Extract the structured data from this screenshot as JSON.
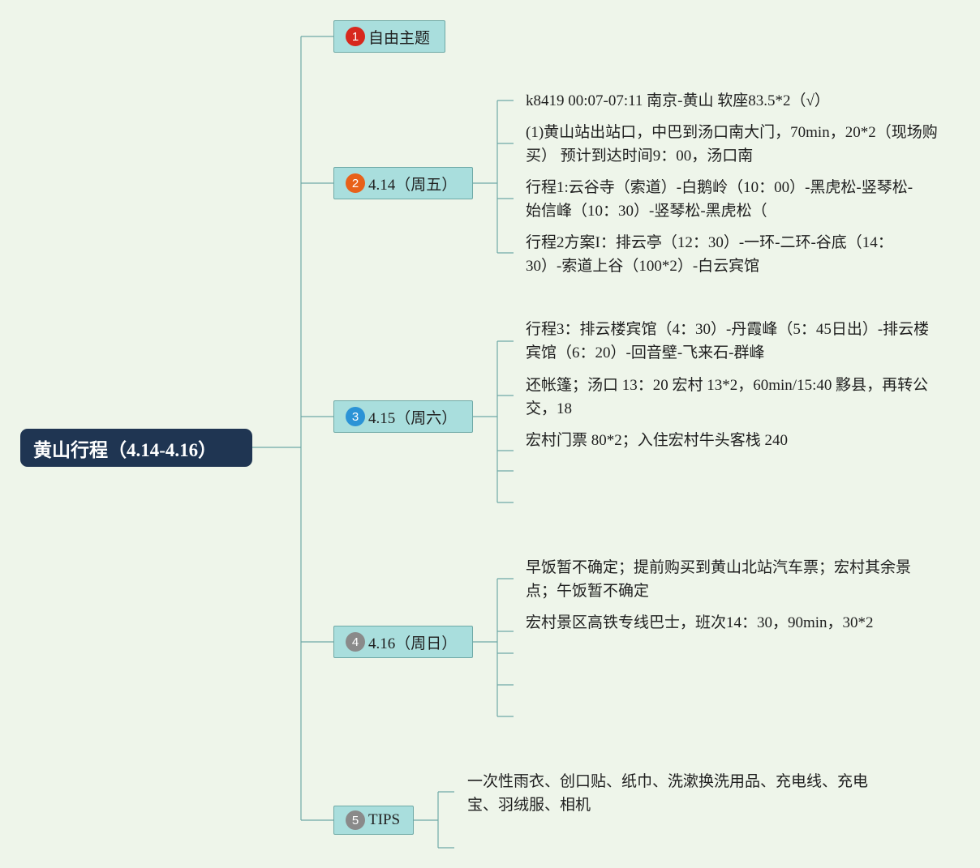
{
  "root": {
    "title": "黄山行程（4.14-4.16）"
  },
  "colors": {
    "background": "#eef5ea",
    "root_fill": "#1f3552",
    "branch_fill": "#a9dedd",
    "branch_border": "#6fa9a6",
    "connector": "#6fa9a6",
    "badge_1": "#d7281d",
    "badge_2": "#e8611a",
    "badge_3": "#2b93d6",
    "badge_4": "#8a8a8a",
    "badge_5": "#8a8a8a"
  },
  "branches": [
    {
      "number": "1",
      "label": "自由主题",
      "leaves": []
    },
    {
      "number": "2",
      "label": "4.14（周五）",
      "leaves": [
        "k8419  00:07-07:11  南京-黄山 软座83.5*2（√）",
        "(1)黄山站出站口，中巴到汤口南大门，70min，20*2（现场购买）  预计到达时间9：00，汤口南",
        "行程1:云谷寺（索道）-白鹅岭（10：00）-黑虎松-竖琴松-始信峰（10：30）-竖琴松-黑虎松（",
        "行程2方案I：排云亭（12：30）-一环-二环-谷底（14：30）-索道上谷（100*2）-白云宾馆"
      ]
    },
    {
      "number": "3",
      "label": "4.15（周六）",
      "leaves": [
        "行程3：排云楼宾馆（4：30）-丹霞峰（5：45日出）-排云楼宾馆（6：20）-回音壁-飞来石-群峰",
        "还帐篷；汤口 13：20 宏村 13*2，60min/15:40   黟县，再转公交，18",
        "宏村门票 80*2；入住宏村牛头客栈 240",
        "",
        ""
      ]
    },
    {
      "number": "4",
      "label": "4.16（周日）",
      "leaves": [
        "早饭暂不确定；提前购买到黄山北站汽车票；宏村其余景点；午饭暂不确定",
        "宏村景区高铁专线巴士，班次14：30，90min，30*2",
        "",
        "",
        ""
      ]
    },
    {
      "number": "5",
      "label": "TIPS",
      "leaves": [
        "一次性雨衣、创口贴、纸巾、洗漱换洗用品、充电线、充电宝、羽绒服、相机",
        ""
      ]
    }
  ]
}
